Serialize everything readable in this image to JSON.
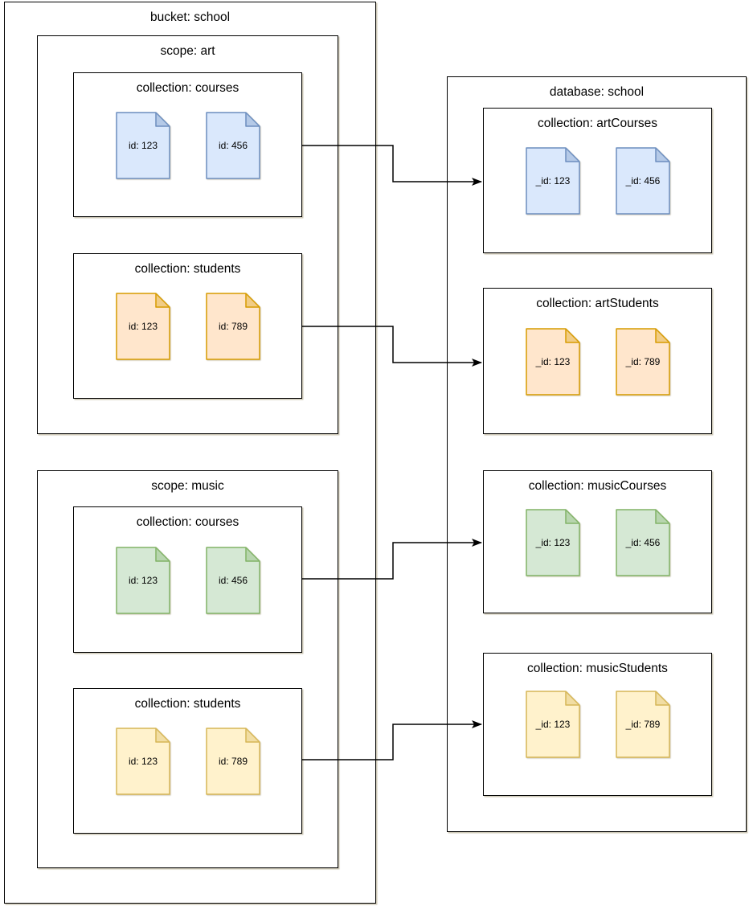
{
  "colors": {
    "blue": {
      "fill": "#dae8fc",
      "stroke": "#6c8ebf"
    },
    "orange": {
      "fill": "#ffe6cc",
      "stroke": "#d79b00"
    },
    "green": {
      "fill": "#d5e8d4",
      "stroke": "#82b366"
    },
    "yellow": {
      "fill": "#fff2cc",
      "stroke": "#d6b656"
    },
    "line": "#000000"
  },
  "bucket": {
    "title": "bucket: school",
    "scopes": [
      {
        "title": "scope: art",
        "collections": [
          {
            "title": "collection: courses",
            "color": "blue",
            "docs": [
              {
                "label": "id: 123"
              },
              {
                "label": "id: 456"
              }
            ]
          },
          {
            "title": "collection: students",
            "color": "orange",
            "docs": [
              {
                "label": "id: 123"
              },
              {
                "label": "id: 789"
              }
            ]
          }
        ]
      },
      {
        "title": "scope: music",
        "collections": [
          {
            "title": "collection: courses",
            "color": "green",
            "docs": [
              {
                "label": "id: 123"
              },
              {
                "label": "id: 456"
              }
            ]
          },
          {
            "title": "collection: students",
            "color": "yellow",
            "docs": [
              {
                "label": "id: 123"
              },
              {
                "label": "id: 789"
              }
            ]
          }
        ]
      }
    ]
  },
  "database": {
    "title": "database: school",
    "collections": [
      {
        "title": "collection: artCourses",
        "color": "blue",
        "docs": [
          {
            "label": "_id: 123"
          },
          {
            "label": "_id: 456"
          }
        ]
      },
      {
        "title": "collection: artStudents",
        "color": "orange",
        "docs": [
          {
            "label": "_id: 123"
          },
          {
            "label": "_id: 789"
          }
        ]
      },
      {
        "title": "collection: musicCourses",
        "color": "green",
        "docs": [
          {
            "label": "_id: 123"
          },
          {
            "label": "_id: 456"
          }
        ]
      },
      {
        "title": "collection: musicStudents",
        "color": "yellow",
        "docs": [
          {
            "label": "_id: 123"
          },
          {
            "label": "_id: 789"
          }
        ]
      }
    ]
  }
}
